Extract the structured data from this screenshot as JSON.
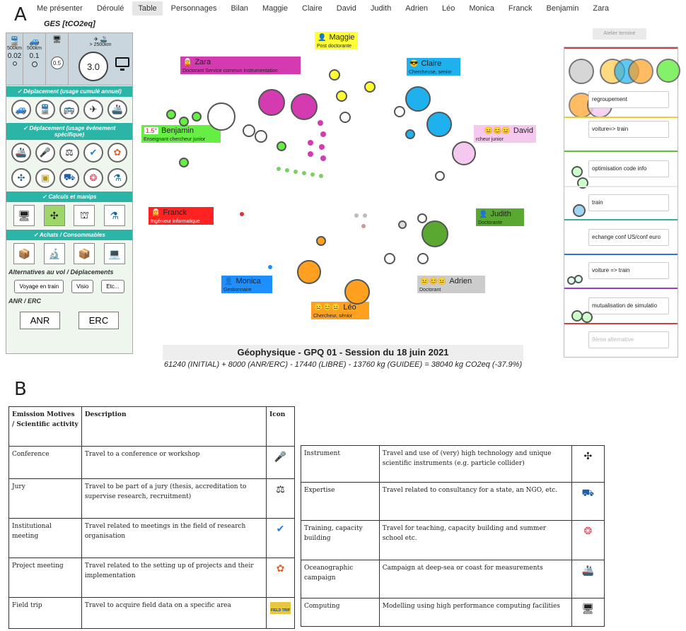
{
  "panel_a": "A",
  "panel_b": "B",
  "nav": [
    "Me présenter",
    "Déroulé",
    "Table",
    "Personnages",
    "Bilan",
    "Maggie",
    "Claire",
    "David",
    "Judith",
    "Adrien",
    "Léo",
    "Monica",
    "Franck",
    "Benjamin",
    "Zara"
  ],
  "nav_active": "Table",
  "ges_title": "GES [tCO2eq]",
  "counters": {
    "c1_label": "500km",
    "c1_val": "0.02",
    "c2_label": "500km",
    "c2_val": "0.1",
    "c3_val": "0.5",
    "c4_label": "> 2500km",
    "c4_val": "3.0"
  },
  "sidebar": {
    "sec1": "✓  Déplacement (usage cumulé annuel)",
    "sec2": "✓  Déplacement (usage événement spécifique)",
    "sec3": "✓  Calculs et manips",
    "sec4": "✓  Achats / Consommables",
    "alt_head": "Alternatives au vol / Déplacements",
    "btn_train": "Voyage en train",
    "btn_visio": "Visio",
    "btn_etc": "Etc...",
    "anr_head": "ANR / ERC",
    "btn_anr": "ANR",
    "btn_erc": "ERC"
  },
  "persons": {
    "maggie": {
      "name": "Maggie",
      "role": "Post doctorante"
    },
    "zara": {
      "name": "Zara",
      "role": "Doctorant Service commun Instrumentation"
    },
    "claire": {
      "name": "Claire",
      "role": "Chercheuse, senior"
    },
    "benjamin": {
      "name": "Benjamin",
      "role": "Enseignant chercheur junior",
      "badge": "1.5°"
    },
    "david": {
      "name": "David",
      "role": "rcheur junior"
    },
    "franck": {
      "name": "Franck",
      "role": "Ingénieur informatique"
    },
    "judith": {
      "name": "Judith",
      "role": "Doctorante"
    },
    "monica": {
      "name": "Monica",
      "role": "Gestionnaire"
    },
    "adrien": {
      "name": "Adrien",
      "role": "Doctorant"
    },
    "leo": {
      "name": "Léo",
      "role": "Chercheur, sénior"
    }
  },
  "session_title": "Géophysique - GPQ 01 - Session du 18 juin 2021",
  "session_formula": "61240 (INITIAL) + 8000 (ANR/ERC) - 17440 (LIBRE) - 13760 kg (GUIDEE) = 38040 kg CO2eq (-37.9%)",
  "right": {
    "button": "Atelier terminé",
    "alts": [
      "regroupement",
      "voiture=> train",
      "optimisation code info",
      "train",
      "echange conf US/conf euro",
      "voiture => train",
      "mutualisation de simulatio"
    ],
    "placeholder": "9ème alternative"
  },
  "table_left": {
    "headers": [
      "Emission Motives / Scientific activity",
      "Description",
      "Icon"
    ],
    "rows": [
      [
        "Conference",
        "Travel to a conference or workshop"
      ],
      [
        "Jury",
        "Travel to be part of a jury (thesis, accreditation to supervise research, recruitment)"
      ],
      [
        "Institutional meeting",
        "Travel related to meetings in the field of research organisation"
      ],
      [
        "Project meeting",
        "Travel related to the setting up of projects and their implementation"
      ],
      [
        "Field trip",
        "Travel to acquire field data on a specific area"
      ]
    ]
  },
  "table_right": {
    "rows": [
      [
        "Instrument",
        "Travel and use of (very) high technology and unique scientific instruments (e.g. particle collider)"
      ],
      [
        "Expertise",
        "Travel related to consultancy for a state, an NGO, etc."
      ],
      [
        "Training, capacity building",
        "Travel for teaching, capacity building and summer school etc."
      ],
      [
        "Oceanographic campaign",
        "Campaign at deep-sea or coast for measurements"
      ],
      [
        "Computing",
        "Modelling using high performance computing facilities"
      ]
    ]
  },
  "field_trip_icon_text": "FIELD TRIP",
  "colors": {
    "teal": "#2bb5a7",
    "maggie": "#ffff33",
    "zara": "#d43bb0",
    "claire": "#1fb0ee",
    "benjamin": "#66ee44",
    "david": "#f5c8f0",
    "franck": "#ff2222",
    "judith": "#5aa832",
    "monica": "#1e8fff",
    "adrien": "#cccccc",
    "leo": "#ffa020"
  }
}
